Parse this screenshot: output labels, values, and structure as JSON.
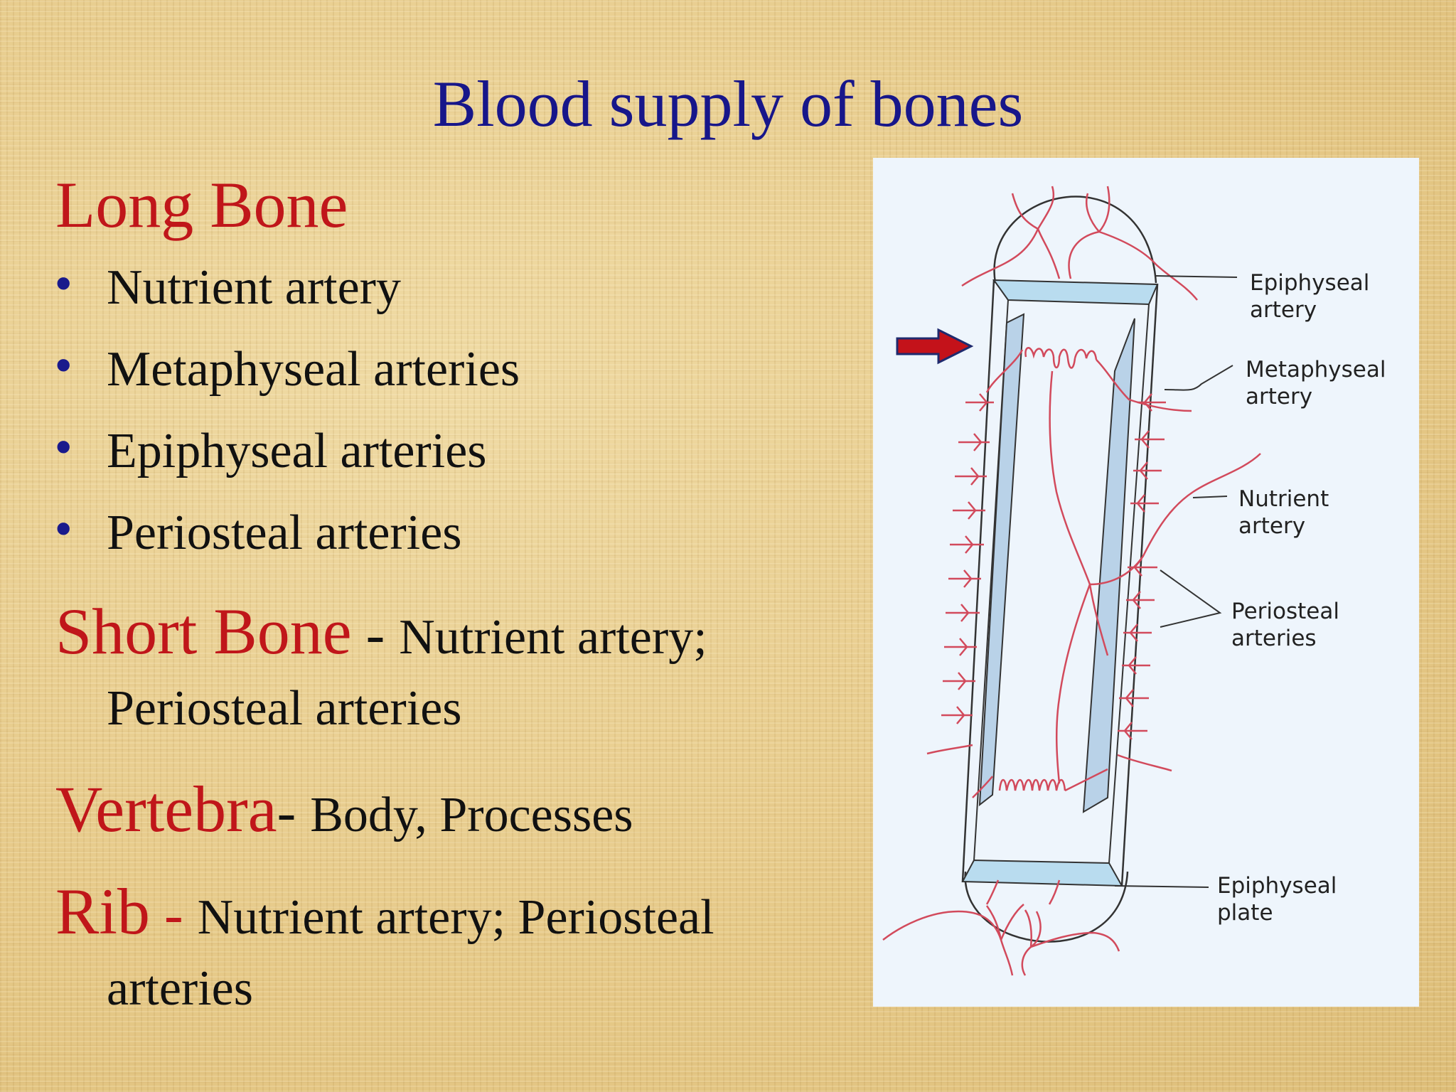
{
  "title": "Blood supply of bones",
  "long_bone": {
    "heading": "Long Bone",
    "items": [
      "Nutrient artery",
      "Metaphyseal arteries",
      "Epiphyseal arteries",
      "Periosteal arteries"
    ]
  },
  "short_bone": {
    "heading": "Short Bone",
    "separator": " - ",
    "line1": "Nutrient artery;",
    "line2": "Periosteal arteries"
  },
  "vertebra": {
    "heading": "Vertebra",
    "separator": "- ",
    "text": "Body, Processes"
  },
  "rib": {
    "heading": "Rib",
    "separator": " - ",
    "line1": "Nutrient artery; Periosteal",
    "line2": "arteries"
  },
  "figure": {
    "labels": {
      "epiphyseal_artery": [
        "Epiphyseal",
        "artery"
      ],
      "metaphyseal_artery": [
        "Metaphyseal",
        "artery"
      ],
      "nutrient_artery": [
        "Nutrient",
        "artery"
      ],
      "periosteal_arteries": [
        "Periosteal",
        "arteries"
      ],
      "epiphyseal_plate": [
        "Epiphyseal",
        "plate"
      ]
    },
    "colors": {
      "artery": "#d24a5c",
      "cartilage": "#b9dcef",
      "outline": "#333333",
      "arrow": "#c4121a"
    }
  },
  "colors": {
    "title": "#17168a",
    "heading": "#c0161a",
    "body": "#111111"
  }
}
